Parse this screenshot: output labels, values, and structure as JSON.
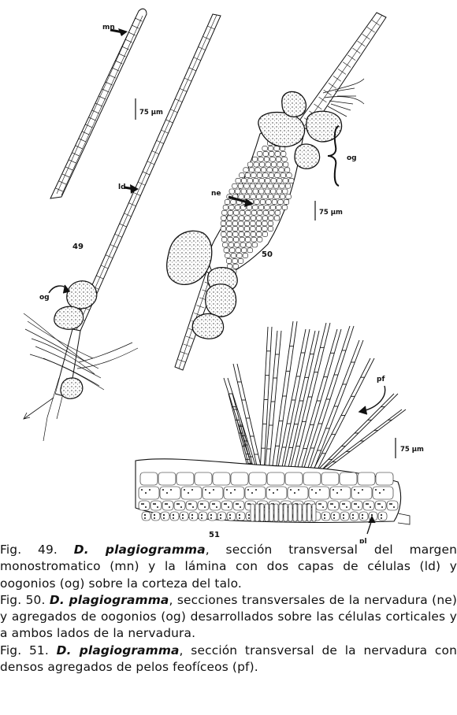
{
  "figure": {
    "fig49": {
      "number": "49",
      "labels": {
        "mn": "mn",
        "ld": "ld",
        "og": "og"
      },
      "scale": "75 µm"
    },
    "fig50": {
      "number": "50",
      "labels": {
        "ne": "ne",
        "og": "og"
      },
      "scale": "75 µm"
    },
    "fig51": {
      "number": "51",
      "labels": {
        "pf": "pf",
        "pl": "pl"
      },
      "scale": "75 µm"
    }
  },
  "captions": [
    {
      "prefix": "Fig. 49. ",
      "species": "D. plagiogramma",
      "text": ", sección transversal del margen monostromatico (mn) y la lámina con dos capas de células (ld) y oogonios (og) sobre la corteza del talo."
    },
    {
      "prefix": "Fig. 50. ",
      "species": "D. plagiogramma",
      "text": ", secciones transversales de la nervadura (ne) y agregados de oogonios (og) desarrollados sobre las células corticales y a ambos lados de la nervadura."
    },
    {
      "prefix": "Fig. 51. ",
      "species": "D. plagiogramma",
      "text": ", sección transversal de la nervadura con densos agregados de pelos feofíceos (pf)."
    }
  ]
}
